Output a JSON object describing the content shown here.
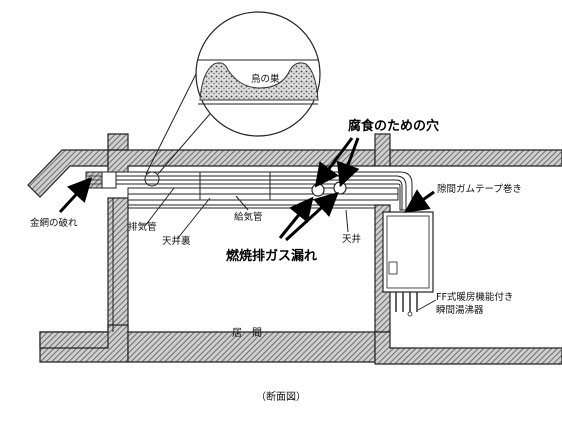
{
  "labels": {
    "nest": "鳥の巣",
    "corrosion_holes": "腐食のための穴",
    "gap_tape": "隙間ガムテープ巻き",
    "mesh_broken": "金網の破れ",
    "exhaust_pipe": "排気管",
    "intake_pipe": "給気管",
    "ceiling_back": "天井裏",
    "ceiling": "天井",
    "exhaust_leak": "燃焼排ガス漏れ",
    "heater_line1": "FF式暖房機能付き",
    "heater_line2": "瞬間湯沸器",
    "living_room": "居　間",
    "caption": "（断面図）"
  },
  "colors": {
    "line": "#222222",
    "hatch": "#555555",
    "background": "#ffffff"
  }
}
